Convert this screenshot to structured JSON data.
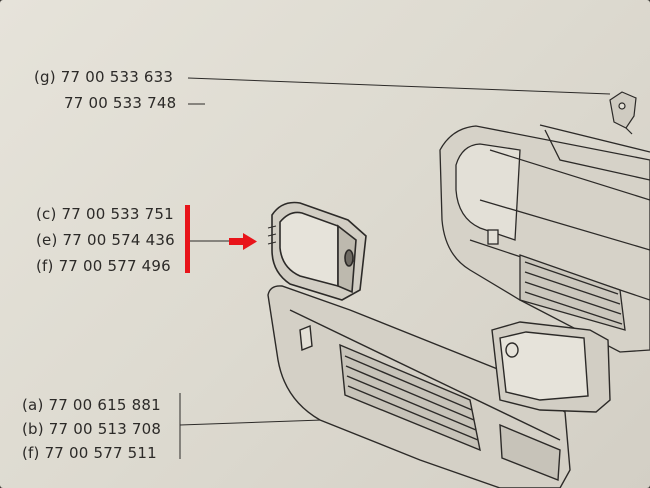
{
  "group_g": [
    {
      "code": "(g)",
      "part": "77 00 533 633"
    },
    {
      "code": "",
      "part": "77 00 533 748"
    }
  ],
  "group_cef": [
    {
      "code": "(c)",
      "part": "77 00 533 751"
    },
    {
      "code": "(e)",
      "part": "77 00 574 436"
    },
    {
      "code": "(f)",
      "part": "77 00 577 496"
    }
  ],
  "group_abf": [
    {
      "code": "(a)",
      "part": "77 00 615 881"
    },
    {
      "code": "(b)",
      "part": "77 00 513 708"
    },
    {
      "code": "(f)",
      "part": "77 00 577 511"
    }
  ],
  "colors": {
    "paper": "#e3e0d7",
    "ink": "#2c2a28",
    "highlight": "#e8141a"
  }
}
